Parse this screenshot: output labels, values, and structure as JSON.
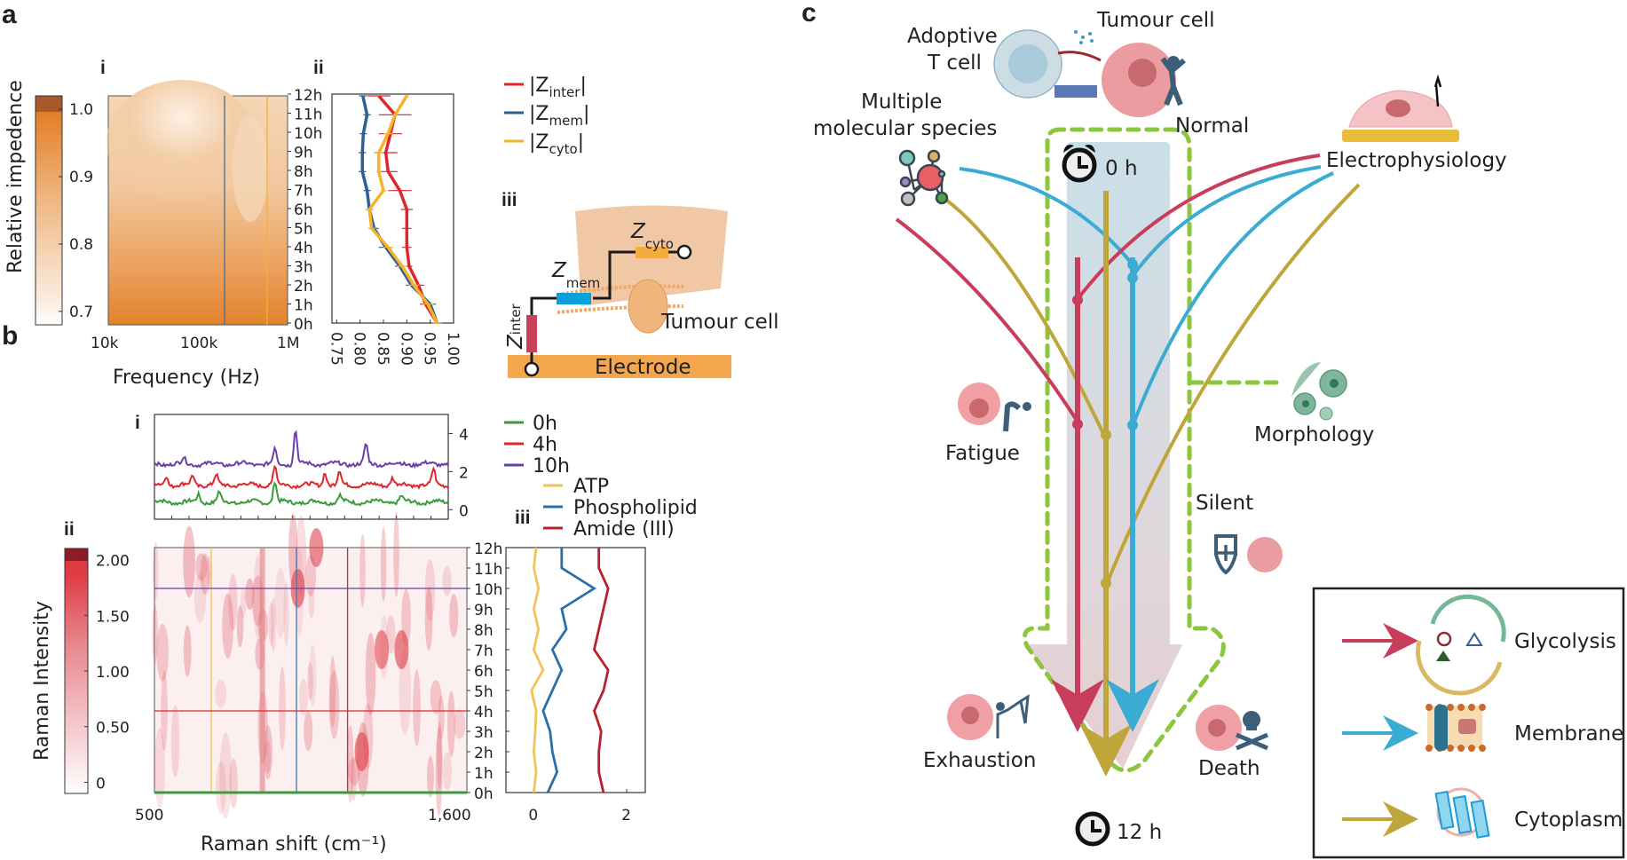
{
  "panel_labels": {
    "a": "a",
    "b": "b",
    "c": "c",
    "ai": "i",
    "aii": "ii",
    "aiii": "iii",
    "bi": "i",
    "bii": "ii",
    "biii": "iii"
  },
  "chart_data": [
    {
      "id": "a-i",
      "type": "heatmap",
      "title": "",
      "xlabel": "Frequency (Hz)",
      "ylabel": "",
      "x_ticks": [
        "10k",
        "100k",
        "1M"
      ],
      "x_scale": "log",
      "y_ticks": [
        "0h",
        "1h",
        "2h",
        "3h",
        "4h",
        "5h",
        "6h",
        "7h",
        "8h",
        "9h",
        "10h",
        "11h",
        "12h"
      ],
      "colorbar": {
        "label": "Relative impedence",
        "ticks": [
          "0.7",
          "0.8",
          "0.9",
          "1.0"
        ],
        "range": [
          0.68,
          1.02
        ],
        "low_color": "#ffffff",
        "high_color": "#e07f25",
        "max_color": "#a8582a"
      },
      "marker_lines": [
        {
          "freq": "~200k",
          "color": "#3c6e9a"
        },
        {
          "freq": "~700k",
          "color": "#f2b037"
        }
      ],
      "description": "Impedance is high (~1.0) near 0h across all frequencies and decreases to ~0.75 around 8-10h at 30k-200k Hz"
    },
    {
      "id": "a-ii",
      "type": "line",
      "xlabel": "",
      "x_ticks": [
        "0.75",
        "0.80",
        "0.85",
        "0.90",
        "0.95",
        "1.00"
      ],
      "xlim": [
        0.74,
        1.0
      ],
      "y": [
        "0h",
        "1h",
        "2h",
        "3h",
        "4h",
        "5h",
        "6h",
        "7h",
        "8h",
        "9h",
        "10h",
        "11h",
        "12h"
      ],
      "series": [
        {
          "name": "|Z_inter|",
          "color": "#e0262c",
          "values": [
            0.965,
            0.94,
            0.925,
            0.905,
            0.9,
            0.9,
            0.9,
            0.885,
            0.86,
            0.855,
            0.865,
            0.875,
            0.84
          ],
          "err": [
            0.01,
            0.012,
            0.012,
            0.007,
            0.01,
            0.01,
            0.013,
            0.025,
            0.02,
            0.025,
            0.025,
            0.035,
            0.025
          ]
        },
        {
          "name": "|Z_mem|",
          "color": "#2c5f93",
          "values": [
            0.965,
            0.95,
            0.91,
            0.885,
            0.855,
            0.83,
            0.82,
            0.815,
            0.805,
            0.805,
            0.807,
            0.815,
            0.806
          ],
          "err": [
            0.012,
            0.012,
            0.012,
            0.01,
            0.015,
            0.01,
            0.008,
            0.008,
            0.008,
            0.008,
            0.008,
            0.008,
            0.008
          ]
        },
        {
          "name": "|Z_cyto|",
          "color": "#f6b229",
          "values": [
            0.965,
            0.945,
            0.915,
            0.89,
            0.86,
            0.825,
            0.82,
            0.85,
            0.84,
            0.84,
            0.86,
            0.875,
            0.9
          ],
          "err": [
            0.01,
            0.012,
            0.012,
            0.01,
            0.01,
            0.008,
            0.008,
            0.005,
            0.005,
            0.01,
            0.01,
            0.005,
            0.005
          ]
        }
      ]
    },
    {
      "id": "b-i",
      "type": "line",
      "xlabel": "",
      "y_ticks": [
        "0",
        "2",
        "4"
      ],
      "ylim": [
        -0.5,
        5
      ],
      "series": [
        {
          "name": "0h",
          "color": "#3b9a3c",
          "offset": 0.4,
          "peaks": [
            [
              0.15,
              0.4
            ],
            [
              0.22,
              0.5
            ],
            [
              0.41,
              1.1
            ],
            [
              0.63,
              0.35
            ],
            [
              0.84,
              0.3
            ]
          ]
        },
        {
          "name": "4h",
          "color": "#e0262c",
          "offset": 1.3,
          "peaks": [
            [
              0.04,
              0.5
            ],
            [
              0.13,
              0.5
            ],
            [
              0.21,
              0.5
            ],
            [
              0.41,
              1.0
            ],
            [
              0.58,
              0.7
            ],
            [
              0.63,
              0.7
            ],
            [
              0.81,
              0.4
            ],
            [
              0.95,
              0.8
            ]
          ]
        },
        {
          "name": "10h",
          "color": "#6a3fa8",
          "offset": 2.4,
          "peaks": [
            [
              0.1,
              0.3
            ],
            [
              0.41,
              0.8
            ],
            [
              0.48,
              1.8
            ],
            [
              0.72,
              1.0
            ]
          ]
        }
      ]
    },
    {
      "id": "b-ii",
      "type": "heatmap",
      "xlabel": "Raman shift (cm⁻¹)",
      "x_ticks": [
        "500",
        "1,600"
      ],
      "xlim": [
        500,
        1600
      ],
      "y_ticks": [
        "0h",
        "1h",
        "2h",
        "3h",
        "4h",
        "5h",
        "6h",
        "7h",
        "8h",
        "9h",
        "10h",
        "11h",
        "12h"
      ],
      "colorbar": {
        "label": "Raman Intensity",
        "ticks": [
          "0",
          "0.50",
          "1.00",
          "1.50",
          "2.00"
        ],
        "range": [
          -0.1,
          2.1
        ],
        "low_color": "#ffffff",
        "high_color": "#df3a44",
        "max_color": "#8d1c28"
      },
      "marker_lines": [
        {
          "type": "vertical",
          "shift": 700,
          "color": "#f2c45c"
        },
        {
          "type": "vertical",
          "shift": 1000,
          "color": "#3b78b6"
        },
        {
          "type": "vertical",
          "shift": 1180,
          "color": "#b8303a"
        },
        {
          "type": "horizontal",
          "time": "10h",
          "color": "#6a3fa8"
        },
        {
          "type": "horizontal",
          "time": "4h",
          "color": "#e0262c"
        },
        {
          "type": "horizontal",
          "time": "0h",
          "color": "#3b9a3c"
        }
      ]
    },
    {
      "id": "b-iii",
      "type": "line",
      "x_ticks": [
        "0",
        "2"
      ],
      "xlim": [
        -0.6,
        2.4
      ],
      "y": [
        "0h",
        "1h",
        "2h",
        "3h",
        "4h",
        "5h",
        "6h",
        "7h",
        "8h",
        "9h",
        "10h",
        "11h",
        "12h"
      ],
      "series": [
        {
          "name": "ATP",
          "color": "#f0c35b",
          "values": [
            0.0,
            0.05,
            0.0,
            0.03,
            0.05,
            -0.05,
            0.2,
            0.0,
            0.1,
            0.0,
            0.1,
            0.0,
            0.05
          ]
        },
        {
          "name": "Phospholipid",
          "color": "#2b6fa8",
          "values": [
            0.3,
            0.5,
            0.4,
            0.35,
            0.2,
            0.4,
            0.6,
            0.4,
            0.7,
            0.6,
            1.3,
            0.6,
            0.6
          ]
        },
        {
          "name": "Amide (III)",
          "color": "#b8202a",
          "values": [
            1.5,
            1.4,
            1.4,
            1.45,
            1.3,
            1.5,
            1.6,
            1.3,
            1.4,
            1.5,
            1.6,
            1.4,
            1.4
          ]
        }
      ]
    }
  ],
  "diagram_a_iii": {
    "z_inter": "Z",
    "z_inter_sub": "inter",
    "z_mem": "Z",
    "z_mem_sub": "mem",
    "z_cyto": "Z",
    "z_cyto_sub": "cyto",
    "tumour_cell": "Tumour cell",
    "electrode": "Electrode"
  },
  "legend_a": [
    {
      "main": "|Z",
      "sub": "inter",
      "end": "|",
      "color": "#e0262c"
    },
    {
      "main": "|Z",
      "sub": "mem",
      "end": "|",
      "color": "#2c5f93"
    },
    {
      "main": "|Z",
      "sub": "cyto",
      "end": "|",
      "color": "#f6b229"
    }
  ],
  "panel_c": {
    "adoptive_t_cell": [
      "Adoptive",
      "T cell"
    ],
    "tumour_cell": "Tumour cell",
    "normal": "Normal",
    "multiple_species": [
      "Multiple",
      "molecular species"
    ],
    "electrophysiology": "Electrophysiology",
    "start_time": "0 h",
    "end_time": "12 h",
    "fatigue": "Fatigue",
    "morphology": "Morphology",
    "silent": "Silent",
    "exhaustion": "Exhaustion",
    "death": "Death",
    "legend": [
      {
        "label": "Glycolysis",
        "color": "#c83c5c"
      },
      {
        "label": "Membrane",
        "color": "#3aabd3"
      },
      {
        "label": "Cytoplasm",
        "color": "#bfa63a"
      }
    ],
    "colors": {
      "green_dash": "#8cc63f",
      "blue_bg": "#c9dfe8",
      "pink_arrow": "#e6cfd1"
    }
  }
}
